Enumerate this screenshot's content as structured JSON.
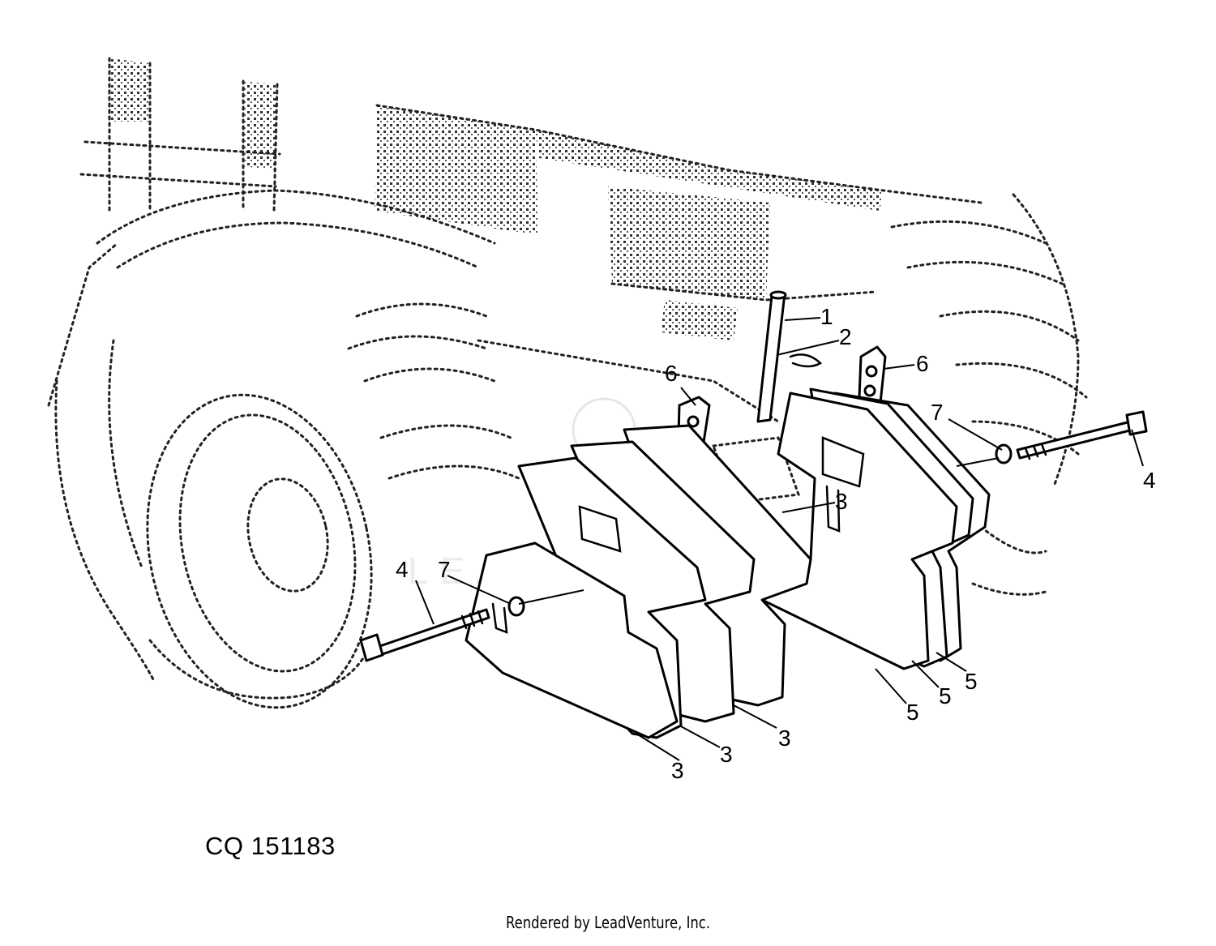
{
  "figure_id": "CQ 151183",
  "credit": "Rendered by LeadVenture, Inc.",
  "callouts": {
    "c1": "1",
    "c2": "2",
    "c6a": "6",
    "c6b": "6",
    "c7a": "7",
    "c7b": "7",
    "c4a": "4",
    "c4b": "4",
    "c3a": "3",
    "c3b": "3",
    "c3c": "3",
    "c3d": "3",
    "c5a": "5",
    "c5b": "5",
    "c5c": "5"
  },
  "watermark": {
    "text": "LEADVENTURE"
  }
}
